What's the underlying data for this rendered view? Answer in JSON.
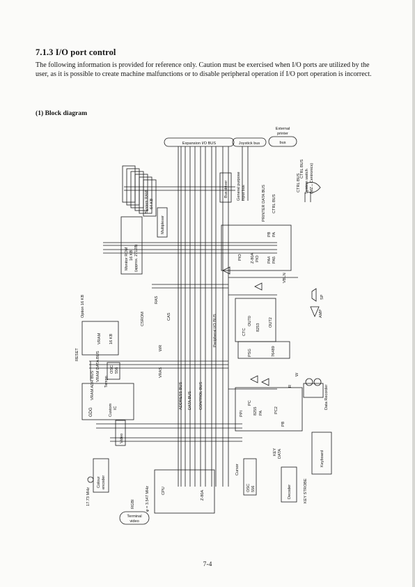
{
  "section_title": "7.1.3 I/O port control",
  "intro": "The following information is provided for reference only. Caution must be exercised when I/O ports are utilized by the user, as it is possible to create machine malfunctions or to disable peripheral operation if I/O port operation is incorrect.",
  "subsection_title": "(1) Block diagram",
  "page_number": "7-4",
  "labels": {
    "ext_printer_1": "External",
    "ext_printer_2": "printer",
    "ext_printer_3": "bus",
    "expansion_bus": "Expansion I/O BUS",
    "joystick_bus": "Joystick bus",
    "ctrl_bus_top": "CTRL BUS",
    "system_switch_1": "System switch",
    "system_switch_2": "(MZ↔Centronics)",
    "ctrl_bus_right": "CTRL BUS",
    "system_ram_1": "System RAM",
    "system_ram_2": "64 KB",
    "multiplexer": "Multiplexer",
    "bus_driver": "Bus driver",
    "gp_input_1": "General purpose",
    "gp_input_2": "input bus",
    "printer_data_bus": "PRINTER DATA BUS",
    "ctrl_bus_mid": "CTRL BUS",
    "monitor_rom_1": "Monitor ROM",
    "monitor_rom_2": "16 KB",
    "monitor_rom_3": "(approx. 27128)",
    "pio": "PIO",
    "z80a_pio": "Z-80A",
    "z80a_pio_2": "PIO",
    "pb": "PB",
    "pa": "PA",
    "pa4": "PA4",
    "pa5": "PA5",
    "vbln": "VBLN",
    "sp": "SP",
    "amp": "AMP",
    "option_16kb": "Option 16 KB",
    "vram_1": "VRAM",
    "vram_2": "16 KB",
    "csrom": "CSROM",
    "ras": "RAS",
    "cas": "CAS",
    "peripheral_bus": "Peripheral I/O BUS",
    "ctc": "CTC",
    "out0": "OUT0",
    "ctc_8253": "8253",
    "out2": "OUT2",
    "reset": "RESET",
    "vram_adr_bus": "VRAM ADR BUS",
    "vram_data_bus": "VRAM DATA BUS",
    "tempo": "Tempo",
    "osc_1": "OSC",
    "osc_2": "556",
    "wr": "WR",
    "vras": "VRAS",
    "address_bus": "ADDRESS BUS",
    "data_bus": "DATA BUS",
    "control_bus": "CONTROL BUS",
    "psg": "PSG",
    "psg_num": "76489",
    "r": "R",
    "w": "W",
    "data_recorder": "Data Recorder",
    "gdg": "GDG",
    "custom_1": "Custom",
    "custom_2": "IC",
    "video": "Video",
    "ppi": "PPI",
    "pc": "PC",
    "ppi_8255": "8255",
    "pa_ppi": "PA",
    "pc2": "PC2",
    "pb_ppi": "PB",
    "key_data_1": "KEY",
    "key_data_2": "DATA",
    "keyboard": "Keyboard",
    "freq_17": "17.73 MHz",
    "colour_enc_1": "Colour",
    "colour_enc_2": "encoder",
    "rgbi": "RGBI",
    "phi_clock": "φ = 3.547 MHz",
    "cpu": "CPU",
    "z80a_cpu": "Z-80A",
    "cursor": "Cursor",
    "osc2_1": "OSC",
    "osc2_2": "556",
    "decoder": "Decoder",
    "key_strobe": "KEY STROBE",
    "terminal_1": "Terminal",
    "terminal_2": "video"
  }
}
